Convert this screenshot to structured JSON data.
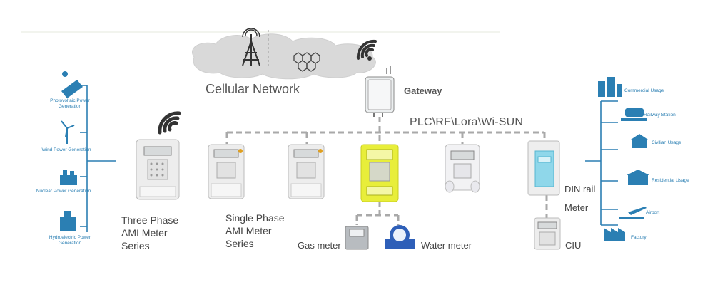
{
  "network": {
    "cellular": "Cellular Network",
    "gateway": "Gateway",
    "protocols": "PLC\\RF\\Lora\\Wi-SUN"
  },
  "sources": [
    {
      "line1": "Photovoltaic Power",
      "line2": "Generation",
      "icon": "solar-panel-icon"
    },
    {
      "line1": "Wind Power Generation",
      "line2": "",
      "icon": "wind-turbine-icon"
    },
    {
      "line1": "Nuclear Power Generation",
      "line2": "",
      "icon": "nuclear-plant-icon"
    },
    {
      "line1": "Hydroelectric Power",
      "line2": "Generation",
      "icon": "hydro-plant-icon"
    }
  ],
  "meters": {
    "three_phase": [
      "Three Phase",
      "AMI Meter",
      "Series"
    ],
    "single_phase": [
      "Single Phase",
      "AMI Meter",
      "Series"
    ],
    "gas": "Gas meter",
    "water": "Water meter",
    "din_rail": [
      "DIN rail",
      "Meter"
    ],
    "ciu": "CIU"
  },
  "usages": [
    {
      "label": "Commercial Usage",
      "icon": "building-icon"
    },
    {
      "label": "Railway Station",
      "icon": "train-icon"
    },
    {
      "label": "Civilian Usage",
      "icon": "house-icon"
    },
    {
      "label": "Residential Usage",
      "icon": "residential-icon"
    },
    {
      "label": "Airport",
      "icon": "airplane-icon"
    },
    {
      "label": "Factory",
      "icon": "factory-icon"
    }
  ],
  "colors": {
    "accent_blue": "#2b7fb3",
    "dashed_line": "#a9a9a9",
    "meter_yellow": "#e8ee3a"
  }
}
